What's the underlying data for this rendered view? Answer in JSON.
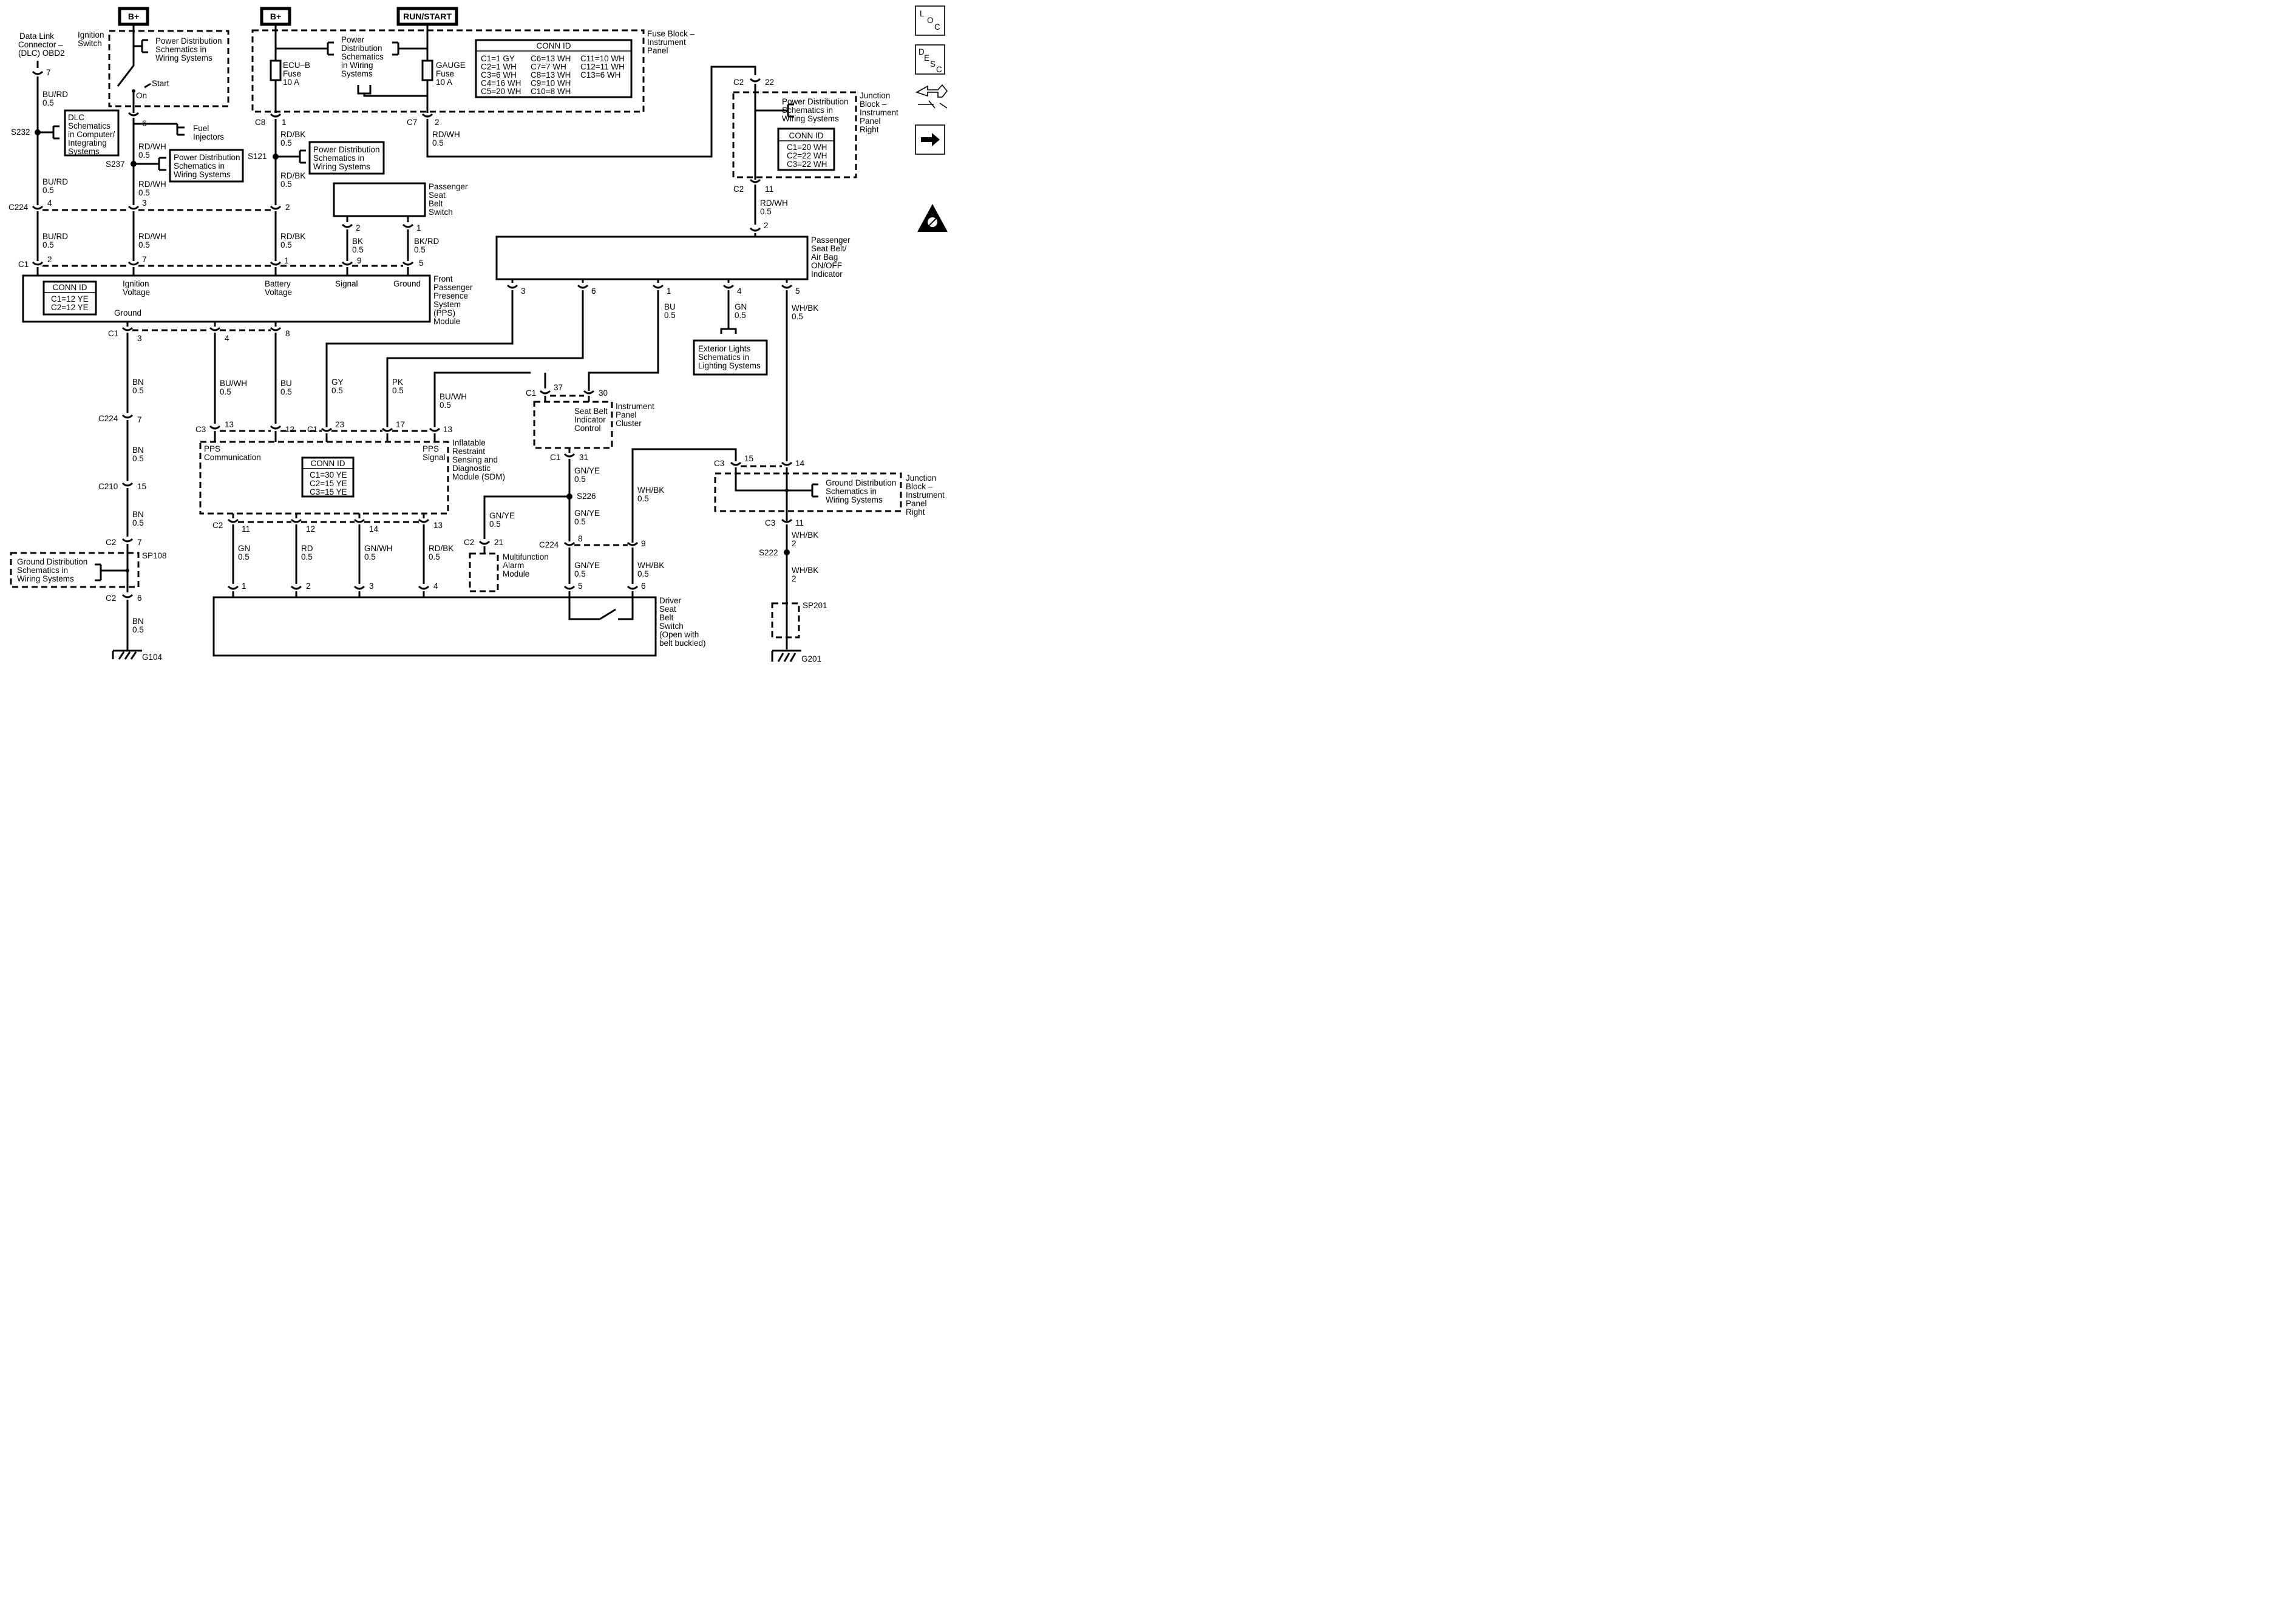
{
  "power": {
    "bplus1": "B+",
    "bplus2": "B+",
    "runstart": "RUN/START"
  },
  "side_icons": [
    "loc-icon",
    "desc-icon",
    "connector-icon",
    "arrow-icon",
    "warning-icon"
  ],
  "side_icon_text": {
    "loc": [
      "L",
      "O",
      "C"
    ],
    "desc": [
      "D",
      "E",
      "S",
      "C"
    ]
  },
  "dlc": {
    "title": [
      "Data Link",
      "Connector –",
      "(DLC) OBD2"
    ],
    "pin": "7"
  },
  "ignition_switch": {
    "title": [
      "Ignition",
      "Switch"
    ],
    "start": "Start",
    "on": "On"
  },
  "pds1": [
    "Power Distribution",
    "Schematics in",
    "Wiring Systems"
  ],
  "pds2": [
    "Power",
    "Distribution",
    "Schematics",
    "in Wiring",
    "Systems"
  ],
  "pds3": [
    "Power Distribution",
    "Schematics in",
    "Wiring Systems"
  ],
  "pds4": [
    "Power Distribution",
    "Schematics in",
    "Wiring Systems"
  ],
  "pds5": [
    "Power Distribution",
    "Schematics in",
    "Wiring Systems"
  ],
  "fuse_block": {
    "title": [
      "Fuse Block –",
      "Instrument",
      "Panel"
    ],
    "ecu_fuse": [
      "ECU–B",
      "Fuse",
      "10 A"
    ],
    "gauge_fuse": [
      "GAUGE",
      "Fuse",
      "10 A"
    ],
    "conn_id_title": "CONN ID",
    "conn_id": [
      [
        "C1=1 GY",
        "C2=1 WH",
        "C3=6 WH",
        "C4=16 WH",
        "C5=20 WH"
      ],
      [
        "C6=13 WH",
        "C7=7 WH",
        "C8=13 WH",
        "C9=10 WH",
        "C10=8 WH"
      ],
      [
        "C11=10 WH",
        "C12=11 WH",
        "C13=6 WH"
      ]
    ]
  },
  "dlc_schem": [
    "DLC",
    "Schematics",
    "in Computer/",
    "Integrating",
    "Systems"
  ],
  "fuel_inj": [
    "Fuel",
    "Injectors"
  ],
  "jb_right1": {
    "title": [
      "Junction",
      "Block –",
      "Instrument",
      "Panel",
      "Right"
    ],
    "conn_id_title": "CONN ID",
    "conn_id": [
      "C1=20 WH",
      "C2=22 WH",
      "C3=22 WH"
    ]
  },
  "pass_seat_belt_switch": [
    "Passenger",
    "Seat",
    "Belt",
    "Switch"
  ],
  "indicator": [
    "Passenger",
    "Seat Belt/",
    "Air Bag",
    "ON/OFF",
    "Indicator"
  ],
  "pps": {
    "title": [
      "Front",
      "Passenger",
      "Presence",
      "System",
      "(PPS)",
      "Module"
    ],
    "conn_id_title": "CONN ID",
    "conn_id": [
      "C1=12 YE",
      "C2=12 YE"
    ],
    "ign_voltage": [
      "Ignition",
      "Voltage"
    ],
    "bat_voltage": [
      "Battery",
      "Voltage"
    ],
    "signal": "Signal",
    "ground_top": "Ground",
    "ground_bottom": "Ground"
  },
  "ext_lights": [
    "Exterior Lights",
    "Schematics in",
    "Lighting Systems"
  ],
  "ipc": {
    "title": [
      "Instrument",
      "Panel",
      "Cluster"
    ],
    "inner": [
      "Seat Belt",
      "Indicator",
      "Control"
    ]
  },
  "sdm": {
    "title": [
      "Inflatable",
      "Restraint",
      "Sensing and",
      "Diagnostic",
      "Module (SDM)"
    ],
    "pps_comm": [
      "PPS",
      "Communication"
    ],
    "pps_signal": [
      "PPS",
      "Signal"
    ],
    "conn_id_title": "CONN ID",
    "conn_id": [
      "C1=30 YE",
      "C2=15 YE",
      "C3=15 YE"
    ]
  },
  "jb_right2": {
    "title": [
      "Junction",
      "Block –",
      "Instrument",
      "Panel",
      "Right"
    ],
    "gds": [
      "Ground Distribution",
      "Schematics in",
      "Wiring Systems"
    ]
  },
  "gds_left": [
    "Ground Distribution",
    "Schematics in",
    "Wiring Systems"
  ],
  "mfam": [
    "Multifunction",
    "Alarm",
    "Module"
  ],
  "driver_switch": [
    "Driver",
    "Seat",
    "Belt",
    "Switch",
    "(Open with",
    "belt buckled)"
  ],
  "grounds": {
    "g104": "G104",
    "g201": "G201"
  },
  "splices": {
    "s232": "S232",
    "s237": "S237",
    "s121": "S121",
    "s226": "S226",
    "s222": "S222",
    "sp108": "SP108",
    "sp201": "SP201"
  },
  "connectors": {
    "c224": "C224",
    "c1": "C1",
    "c2": "C2",
    "c3": "C3",
    "c7": "C7",
    "c8": "C8",
    "c210": "C210"
  },
  "pins": {
    "p1": "1",
    "p2": "2",
    "p3": "3",
    "p4": "4",
    "p5": "5",
    "p6": "6",
    "p7": "7",
    "p8": "8",
    "p9": "9",
    "p11": "11",
    "p12": "12",
    "p13": "13",
    "p14": "14",
    "p15": "15",
    "p17": "17",
    "p21": "21",
    "p22": "22",
    "p23": "23",
    "p30": "30",
    "p31": "31",
    "p37": "37"
  },
  "wires": {
    "bu_rd": "BU/RD",
    "rd_wh": "RD/WH",
    "rd_bk": "RD/BK",
    "bk": "BK",
    "bk_rd": "BK/RD",
    "bn": "BN",
    "bu_wh": "BU/WH",
    "bu": "BU",
    "gy": "GY",
    "pk": "PK",
    "gn": "GN",
    "gn_ye": "GN/YE",
    "gn_wh": "GN/WH",
    "rd": "RD",
    "wh_bk": "WH/BK",
    "size05": "0.5",
    "size2": "2"
  }
}
